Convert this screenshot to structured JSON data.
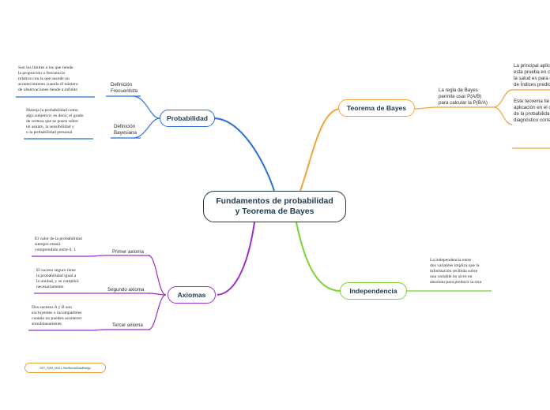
{
  "central": {
    "line1": "Fundamentos de probabilidad",
    "line2": "y Teorema de Bayes"
  },
  "branches": {
    "probabilidad": {
      "label": "Probabilidad",
      "color": "#2f6fd8",
      "sub1": {
        "label": [
          "Definición",
          "Frecuentista"
        ],
        "note": [
          "Son los limites a los que tiende",
          "la  proporción o frecuencia",
          "relativa con la que sucede un",
          "acontecimiento cuando el número",
          "de observaciones tiende a infinito"
        ]
      },
      "sub2": {
        "label": [
          "Definición",
          "Bayesiana"
        ],
        "note": [
          "Maneja la probabilidad como",
          "algo subjetivo; es decir, el grado",
          "de certeza que se posee sobre",
          "un asunto, la sensibilidad y",
          "o la probabilidad personal"
        ]
      }
    },
    "teorema": {
      "label": "Teorema de Bayes",
      "color": "#f2a33a",
      "sub": {
        "label": [
          "La regla de Bayes",
          "permite usar P(A/B)",
          "para calcular la P(B/A)"
        ]
      },
      "note1": [
        "La principal aplic",
        "esta prueba en c",
        "la salud es para c",
        "de Índices predic"
      ],
      "note2": [
        "Este teorema tie",
        "aplicación en el c",
        "de la probabilida",
        "diagnóstico corre"
      ]
    },
    "axiomas": {
      "label": "Axiomas",
      "color": "#9b2fc9",
      "items": [
        {
          "label": "Primer axioma",
          "note": [
            "El valor de la probabilidad",
            "siempre estará",
            "comprendido entre 0, 1"
          ]
        },
        {
          "label": "Segundo axioma",
          "note": [
            "El suceso seguro tiene",
            "la probabilidad igual a",
            "la unidad, y se cumplirá",
            "necesariamente"
          ]
        },
        {
          "label": "Tercer axioma",
          "note": [
            "Dos sucesos A y B son",
            "excluyentes o incompatibles",
            "cuando no pueden acontecer",
            "simultáneamente"
          ]
        }
      ]
    },
    "independencia": {
      "label": "Independencia",
      "color": "#7bd334",
      "note": [
        "La independencia entre",
        "dos variables implica que la",
        "información recibida sobre",
        "una variable no sirve en",
        "absoluto para predecir la otra"
      ]
    }
  },
  "tag": "SST_SGM_M421-SheiNoraaDiasBiatigo"
}
